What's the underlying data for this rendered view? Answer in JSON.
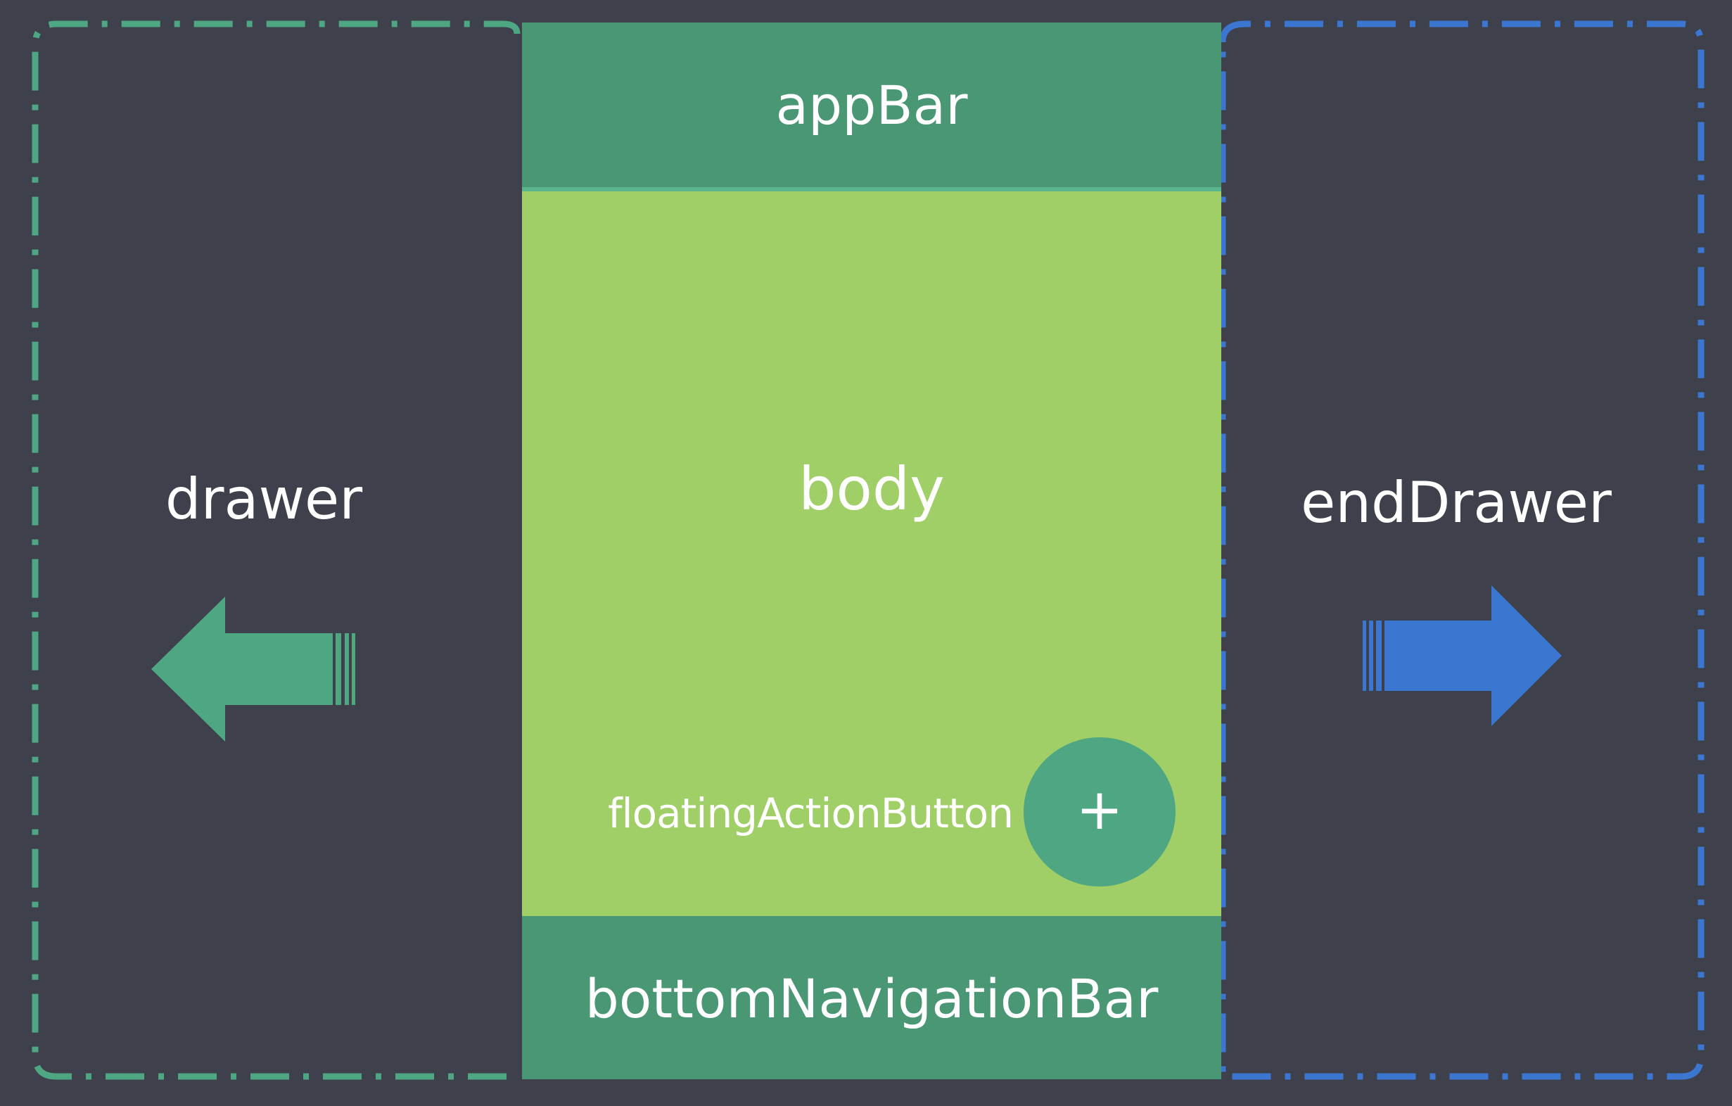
{
  "drawer": {
    "label": "drawer",
    "border_color": "#4ea683",
    "arrow_color": "#4ea683",
    "arrow_icon": "arrow-left-icon"
  },
  "end_drawer": {
    "label": "endDrawer",
    "border_color": "#3b77d0",
    "arrow_color": "#3b77d0",
    "arrow_icon": "arrow-right-icon"
  },
  "app_bar": {
    "label": "appBar",
    "color": "#4a9776"
  },
  "body": {
    "label": "body",
    "color": "#a0ce67"
  },
  "fab": {
    "label": "floatingActionButton",
    "symbol": "+",
    "color": "#4ea683"
  },
  "bottom_navigation_bar": {
    "label": "bottomNavigationBar",
    "color": "#4a9776"
  }
}
